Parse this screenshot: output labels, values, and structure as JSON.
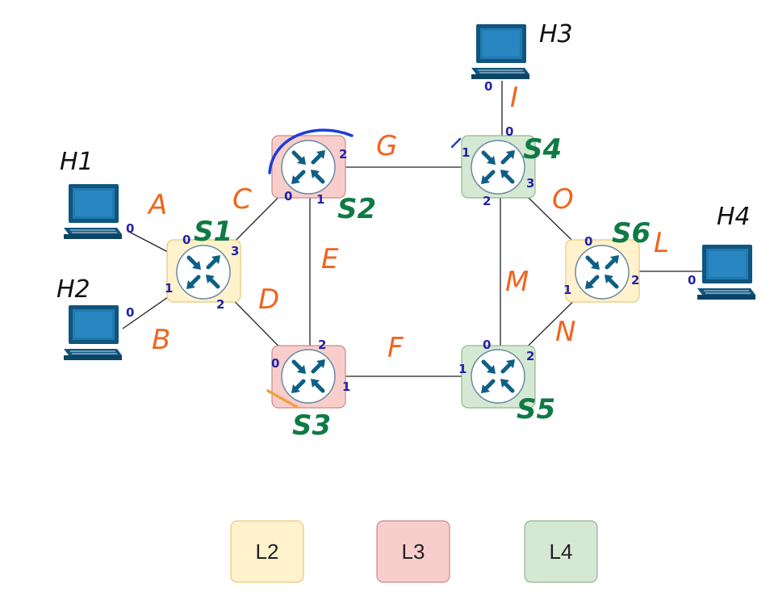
{
  "colors": {
    "l2_fill": "#fff2cc",
    "l2_stroke": "#e6c97a",
    "l3_fill": "#f8cecc",
    "l3_stroke": "#c98a88",
    "l4_fill": "#d5e8d4",
    "l4_stroke": "#8fb98a",
    "router": "#0e5f85",
    "host": "#10557f",
    "segment_text": "#f0651e",
    "switch_text": "#0f7a45",
    "port_text": "#2323a8"
  },
  "legend": {
    "l2": "L2",
    "l3": "L3",
    "l4": "L4"
  },
  "hosts": {
    "h1": "H1",
    "h2": "H2",
    "h3": "H3",
    "h4": "H4"
  },
  "switches": {
    "s1": "S1",
    "s2": "S2",
    "s3": "S3",
    "s4": "S4",
    "s5": "S5",
    "s6": "S6"
  },
  "segments": {
    "a": "A",
    "b": "B",
    "c": "C",
    "d": "D",
    "e": "E",
    "f": "F",
    "g": "G",
    "i": "I",
    "l": "L",
    "m": "M",
    "n": "N",
    "o": "O"
  },
  "ports": {
    "h1": "0",
    "h2": "0",
    "h3": "0",
    "h4": "0",
    "s1_0": "0",
    "s1_1": "1",
    "s1_2": "2",
    "s1_3": "3",
    "s2_0": "0",
    "s2_1": "1",
    "s2_2": "2",
    "s3_0": "0",
    "s3_1": "1",
    "s3_2": "2",
    "s4_0": "0",
    "s4_1": "1",
    "s4_2": "2",
    "s4_3": "3",
    "s5_0": "0",
    "s5_1": "1",
    "s5_2": "2",
    "s6_0": "0",
    "s6_1": "1",
    "s6_2": "2"
  }
}
